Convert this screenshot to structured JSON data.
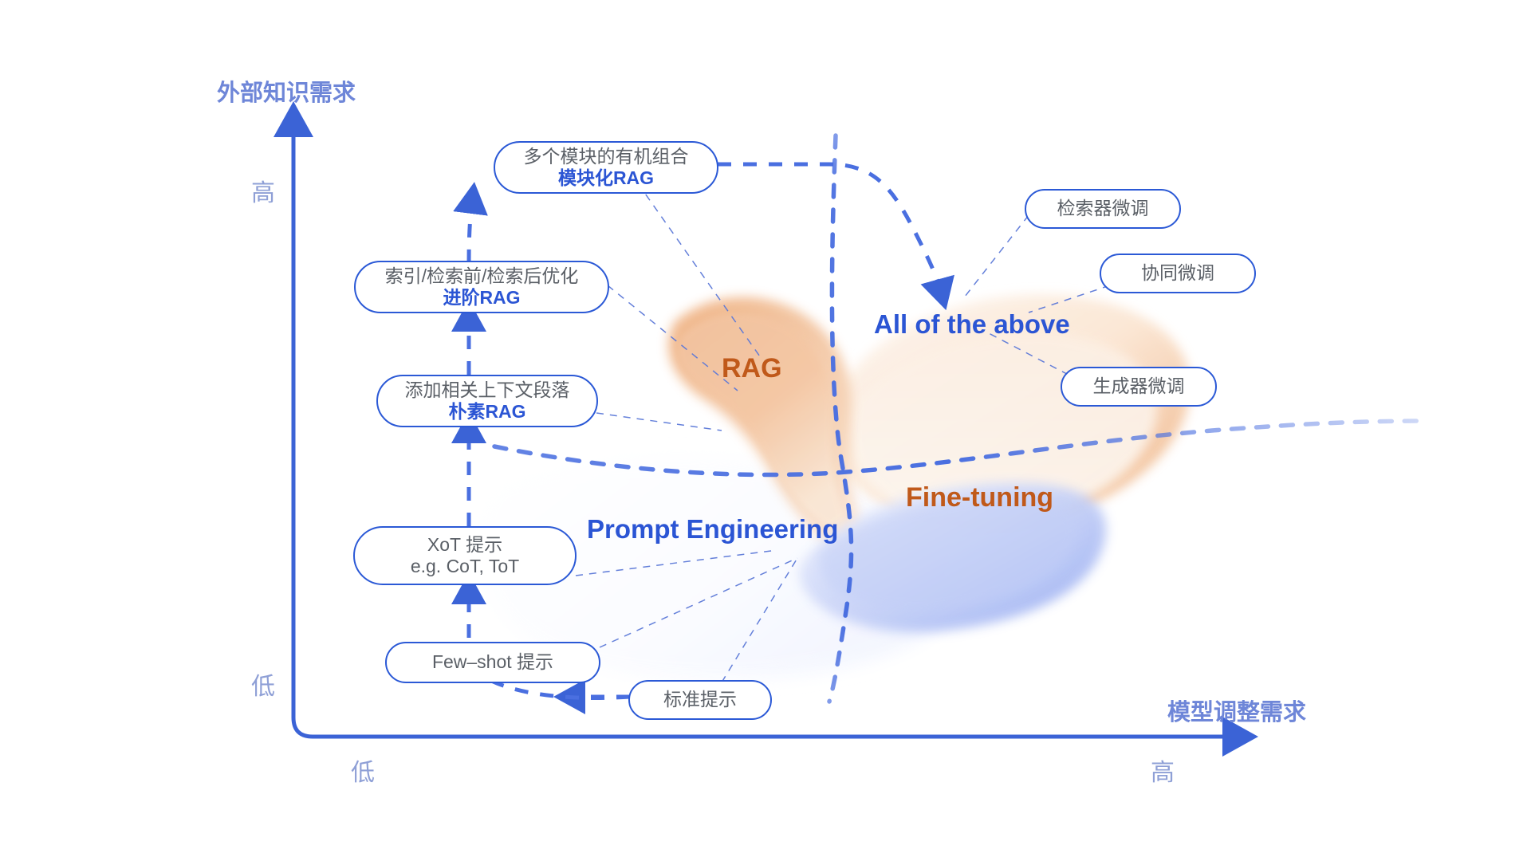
{
  "diagram": {
    "title_text": "",
    "axes": {
      "y_title": "外部知识需求",
      "x_title": "模型调整需求",
      "y_high": "高",
      "y_low": "低",
      "x_low": "低",
      "x_high": "高"
    },
    "regions": [
      {
        "id": "rag",
        "label": "RAG",
        "color": "#c0591a"
      },
      {
        "id": "ft",
        "label": "Fine-tuning",
        "color": "#c0591a"
      },
      {
        "id": "all",
        "label": "All of the above",
        "color": "#2b55d4"
      },
      {
        "id": "pe",
        "label": "Prompt Engineering",
        "color": "#2b55d4"
      }
    ],
    "nodes": [
      {
        "id": "modular-rag",
        "line1": "多个模块的有机组合",
        "line2": "模块化RAG"
      },
      {
        "id": "advanced-rag",
        "line1": "索引/检索前/检索后优化",
        "line2": "进阶RAG"
      },
      {
        "id": "naive-rag",
        "line1": "添加相关上下文段落",
        "line2": "朴素RAG"
      },
      {
        "id": "xot",
        "line1": "XoT 提示",
        "line2": "e.g. CoT, ToT"
      },
      {
        "id": "few-shot",
        "line1": "Few–shot 提示",
        "line2": ""
      },
      {
        "id": "standard",
        "line1": "标准提示",
        "line2": ""
      },
      {
        "id": "retriever-ft",
        "line1": "检索器微调",
        "line2": ""
      },
      {
        "id": "collab-ft",
        "line1": "协同微调",
        "line2": ""
      },
      {
        "id": "generator-ft",
        "line1": "生成器微调",
        "line2": ""
      }
    ],
    "colors": {
      "axis": "#3b63d6",
      "node_border": "#2b59d6",
      "node_text": "#5a5f66",
      "node_accent": "#2b55d4",
      "orange_blob": "#f0b589",
      "blue_blob": "#aebdf4",
      "cream_blob": "#f6d9bd",
      "dash_arrow": "#4a6fe0",
      "tick_text": "#8e9fd6",
      "axis_title": "#6e86d8"
    }
  }
}
